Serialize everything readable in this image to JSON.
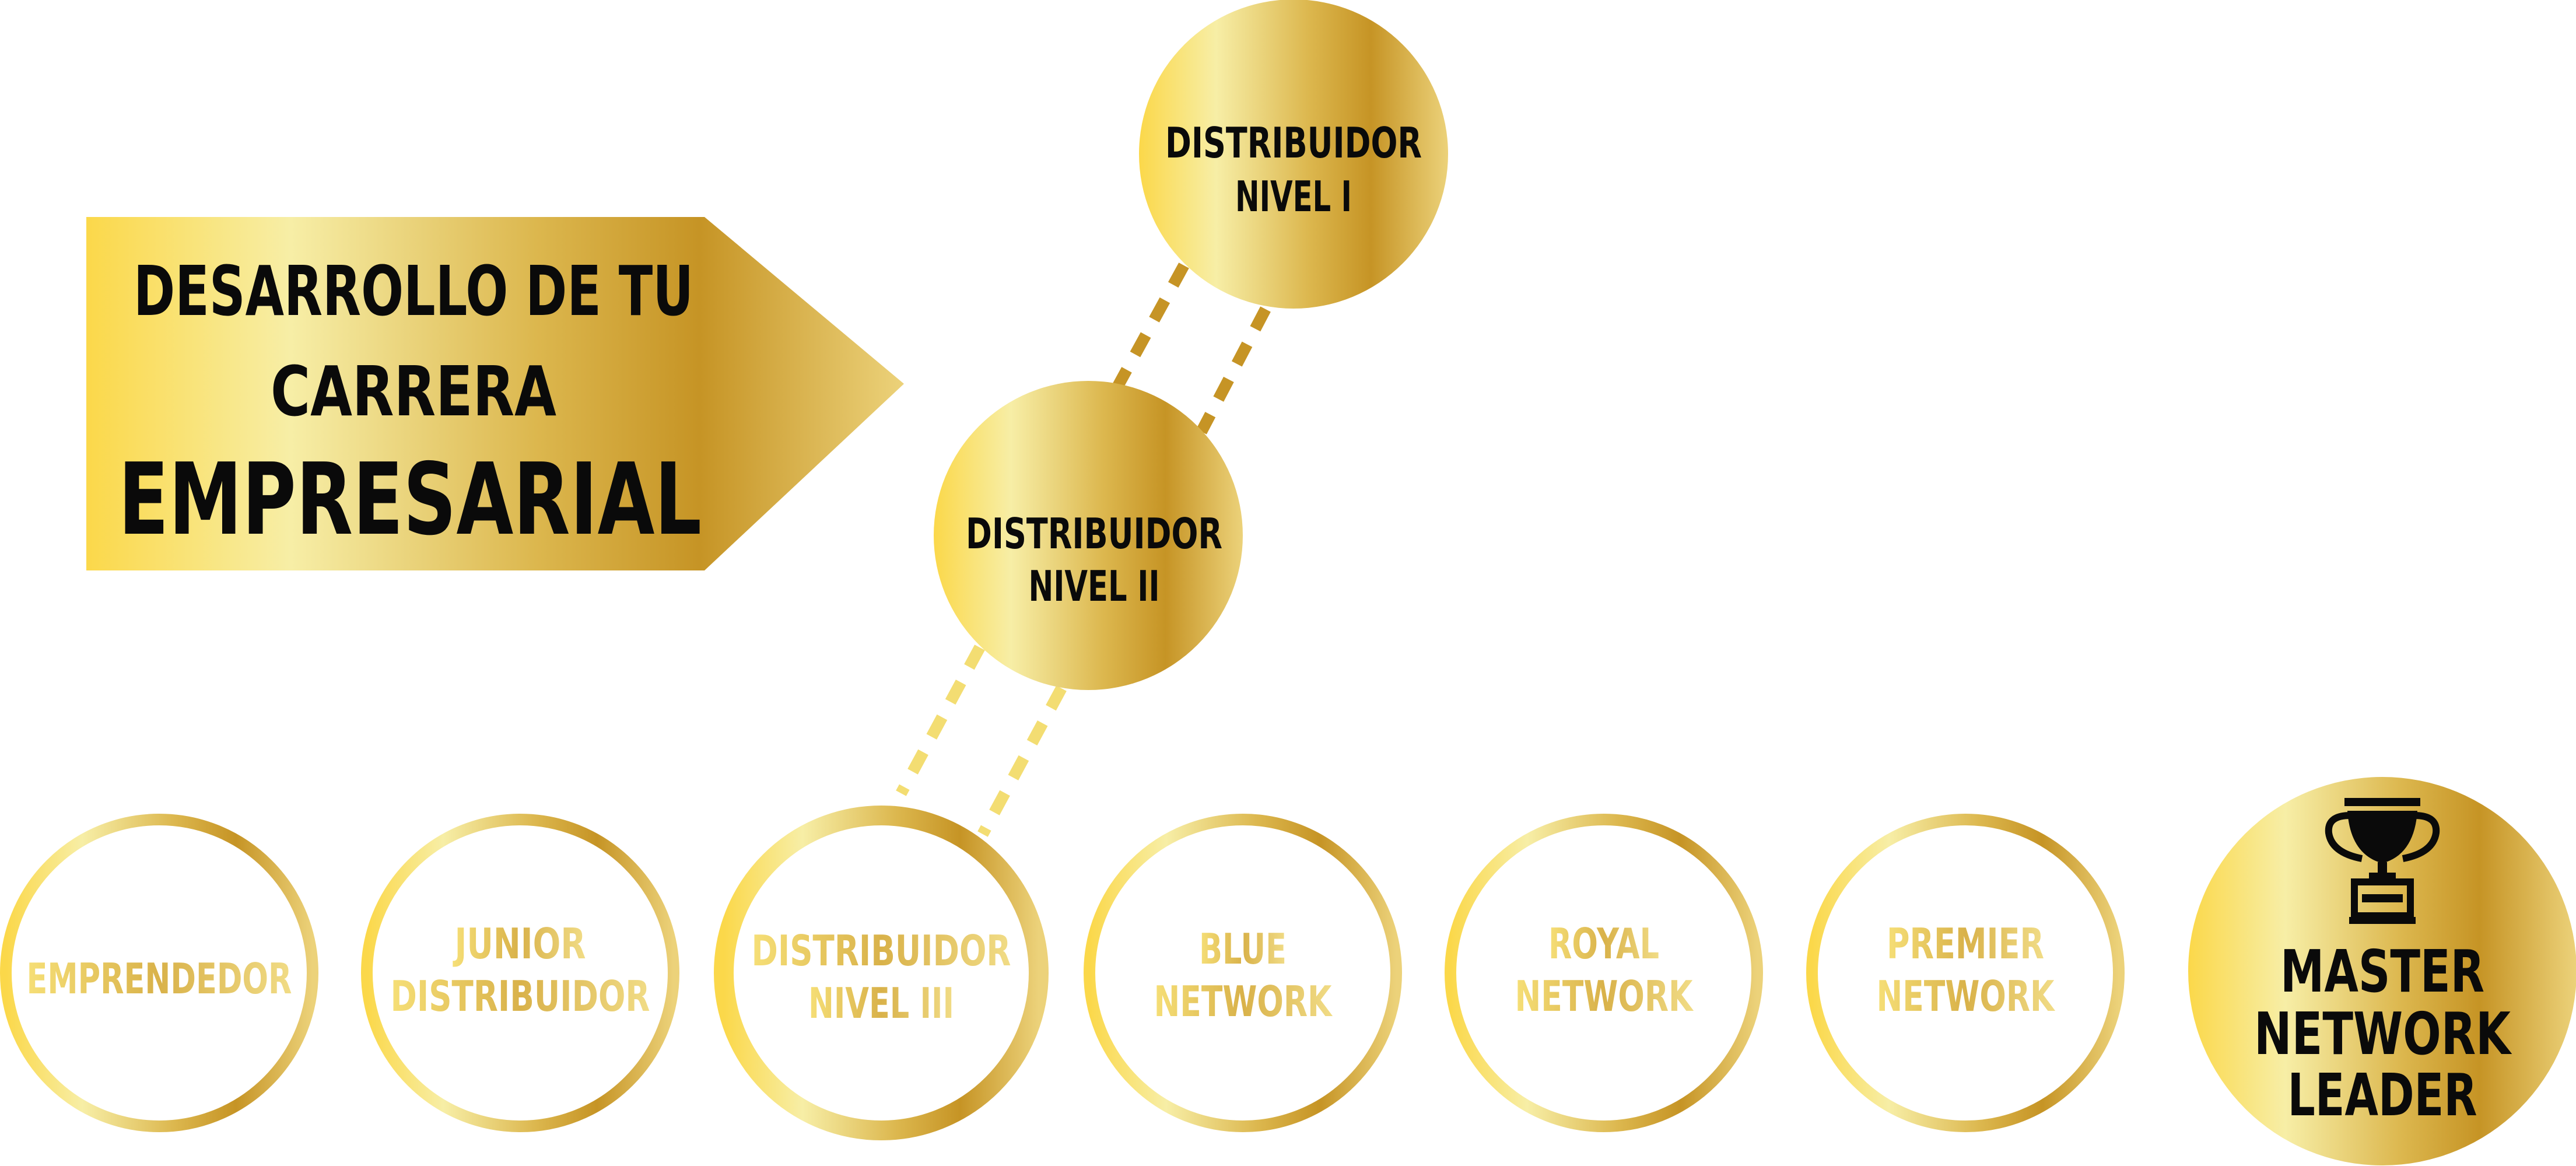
{
  "title_banner": {
    "line1": "DESARROLLO DE TU",
    "line2": "CARRERA",
    "line3": "EMPRESARIAL"
  },
  "featured_levels": [
    {
      "line1": "DISTRIBUIDOR",
      "line2": "NIVEL I"
    },
    {
      "line1": "DISTRIBUIDOR",
      "line2": "NIVEL II"
    }
  ],
  "career_levels": [
    {
      "lines": [
        "EMPRENDEDOR"
      ]
    },
    {
      "lines": [
        "JUNIOR",
        "DISTRIBUIDOR"
      ]
    },
    {
      "lines": [
        "DISTRIBUIDOR",
        "NIVEL III"
      ]
    },
    {
      "lines": [
        "BLUE",
        "NETWORK"
      ]
    },
    {
      "lines": [
        "ROYAL",
        "NETWORK"
      ]
    },
    {
      "lines": [
        "PREMIER",
        "NETWORK"
      ]
    }
  ],
  "top_level": {
    "lines": [
      "MASTER",
      "NETWORK",
      "LEADER"
    ],
    "icon": "trophy-icon"
  },
  "colors": {
    "gold_light": "#fbd84a",
    "gold_pale": "#f7eea6",
    "gold_dark": "#c69425",
    "gold_mid": "#e0c25c",
    "text_dark": "#0a0a0a"
  }
}
